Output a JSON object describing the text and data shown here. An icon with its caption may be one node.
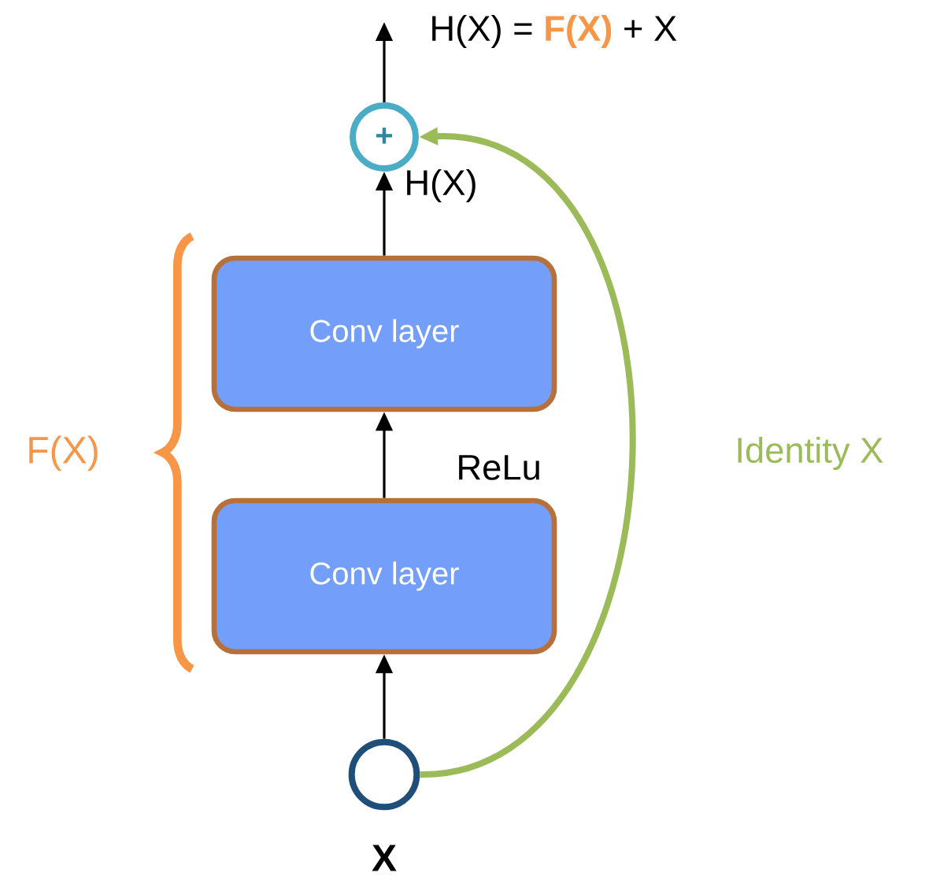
{
  "diagram": {
    "nodes": [
      {
        "text": [
          "+"
        ]
      },
      {
        "text": [
          "Conv layer"
        ]
      },
      {
        "text": [
          "Conv layer"
        ]
      },
      {
        "text": [],
        "shape": "circle",
        "beside": [
          "X"
        ]
      }
    ],
    "edges": [
      {
        "from": 3,
        "to": 2,
        "arrow": "to"
      },
      {
        "from": 2,
        "to": 1,
        "arrow": "to",
        "label": "ReLu"
      },
      {
        "from": 1,
        "to": 0,
        "arrow": "to",
        "label": "H(X)"
      },
      {
        "from": 0,
        "to": null,
        "arrow": "to",
        "label": "H(X) = **F(X)** + X"
      },
      {
        "from": 3,
        "to": 0,
        "arrow": "to",
        "label": "Identity X",
        "style": "thick",
        "color": "#9bbb59"
      }
    ],
    "labels": [
      "F(X)"
    ]
  }
}
